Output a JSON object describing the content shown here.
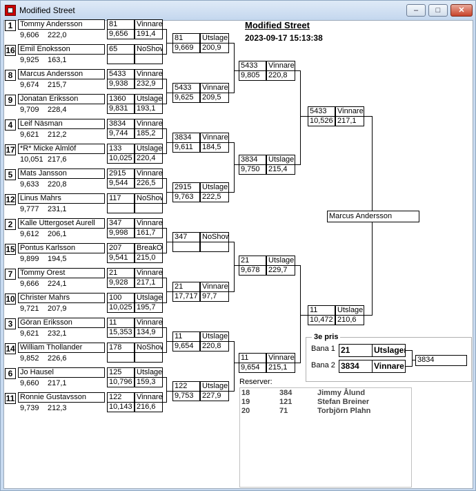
{
  "window": {
    "title": "Modified Street",
    "minimize": "–",
    "maximize": "□",
    "close": "✕"
  },
  "header": {
    "title": "Modified Street",
    "datetime": "2023-09-17 15:13:38"
  },
  "round1": [
    {
      "seed": "1",
      "name": "Tommy Andersson",
      "rt": "9,606",
      "speed": "222,0",
      "et": "81",
      "result": "Vinnare",
      "et2": "9,656",
      "speed2": "191,4"
    },
    {
      "seed": "16",
      "name": "Emil Enoksson",
      "rt": "9,925",
      "speed": "163,1",
      "et": "65",
      "result": "NoShow",
      "et2": "",
      "speed2": ""
    },
    {
      "seed": "8",
      "name": "Marcus Andersson",
      "rt": "9,674",
      "speed": "215,7",
      "et": "5433",
      "result": "Vinnare",
      "et2": "9,938",
      "speed2": "232,9"
    },
    {
      "seed": "9",
      "name": "Jonatan Eriksson",
      "rt": "9,709",
      "speed": "228,4",
      "et": "1360",
      "result": "Utslagen",
      "et2": "9,831",
      "speed2": "193,1"
    },
    {
      "seed": "4",
      "name": "Leif Näsman",
      "rt": "9,621",
      "speed": "212,2",
      "et": "3834",
      "result": "Vinnare",
      "et2": "9,744",
      "speed2": "185,2"
    },
    {
      "seed": "17",
      "name": "*R* Micke Almlöf",
      "rt": "10,051",
      "speed": "217,6",
      "et": "133",
      "result": "Utslagen",
      "et2": "10,025",
      "speed2": "220,4"
    },
    {
      "seed": "5",
      "name": "Mats Jansson",
      "rt": "9,633",
      "speed": "220,8",
      "et": "2915",
      "result": "Vinnare",
      "et2": "9,544",
      "speed2": "226,5"
    },
    {
      "seed": "12",
      "name": "Linus Mahrs",
      "rt": "9,777",
      "speed": "231,1",
      "et": "117",
      "result": "NoShow",
      "et2": "",
      "speed2": ""
    },
    {
      "seed": "2",
      "name": "Kalle Uttergoset Aurell",
      "rt": "9,612",
      "speed": "206,1",
      "et": "347",
      "result": "Vinnare",
      "et2": "9,998",
      "speed2": "161,7"
    },
    {
      "seed": "15",
      "name": "Pontus  Karlsson",
      "rt": "9,899",
      "speed": "194,5",
      "et": "207",
      "result": "BreakOut",
      "et2": "9,541",
      "speed2": "215,0"
    },
    {
      "seed": "7",
      "name": "Tommy Orest",
      "rt": "9,666",
      "speed": "224,1",
      "et": "21",
      "result": "Vinnare",
      "et2": "9,928",
      "speed2": "217,1"
    },
    {
      "seed": "10",
      "name": "Christer Mahrs",
      "rt": "9,721",
      "speed": "207,9",
      "et": "100",
      "result": "Utslagen",
      "et2": "10,025",
      "speed2": "195,7"
    },
    {
      "seed": "3",
      "name": "Göran Eriksson",
      "rt": "9,621",
      "speed": "232,1",
      "et": "11",
      "result": "Vinnare",
      "et2": "15,353",
      "speed2": "134,9"
    },
    {
      "seed": "14",
      "name": "William Thollander",
      "rt": "9,852",
      "speed": "226,6",
      "et": "178",
      "result": "NoShow",
      "et2": "",
      "speed2": ""
    },
    {
      "seed": "6",
      "name": "Jo Hausel",
      "rt": "9,660",
      "speed": "217,1",
      "et": "125",
      "result": "Utslagen",
      "et2": "10,796",
      "speed2": "159,3"
    },
    {
      "seed": "11",
      "name": "Ronnie Gustavsson",
      "rt": "9,739",
      "speed": "212,3",
      "et": "122",
      "result": "Vinnare",
      "et2": "10,143",
      "speed2": "216,6"
    }
  ],
  "round2": [
    {
      "no": "81",
      "result": "Utslagen",
      "et": "9,669",
      "speed": "200,9"
    },
    {
      "no": "5433",
      "result": "Vinnare",
      "et": "9,625",
      "speed": "209,5"
    },
    {
      "no": "3834",
      "result": "Vinnare",
      "et": "9,611",
      "speed": "184,5"
    },
    {
      "no": "2915",
      "result": "Utslagen",
      "et": "9,763",
      "speed": "222,5"
    },
    {
      "no": "347",
      "result": "NoShow",
      "et": "",
      "speed": ""
    },
    {
      "no": "21",
      "result": "Vinnare",
      "et": "17,717",
      "speed": "97,7"
    },
    {
      "no": "11",
      "result": "Utslagen",
      "et": "9,654",
      "speed": "220,8"
    },
    {
      "no": "122",
      "result": "Utslagen",
      "et": "9,753",
      "speed": "227,9"
    }
  ],
  "round3": [
    {
      "no": "5433",
      "result": "Vinnare",
      "et": "9,805",
      "speed": "220,8"
    },
    {
      "no": "3834",
      "result": "Utslagen",
      "et": "9,750",
      "speed": "215,4"
    },
    {
      "no": "21",
      "result": "Utslagen",
      "et": "9,678",
      "speed": "229,7"
    },
    {
      "no": "11",
      "result": "Vinnare",
      "et": "9,654",
      "speed": "215,1"
    }
  ],
  "round4": [
    {
      "no": "5433",
      "result": "Vinnare",
      "et": "10,526",
      "speed": "217,1"
    },
    {
      "no": "11",
      "result": "Utslagen",
      "et": "10,472",
      "speed": "210,6"
    }
  ],
  "champion": "Marcus Andersson",
  "third": {
    "title": "3e pris",
    "lane1_label": "Bana 1",
    "lane1_no": "21",
    "lane1_result": "Utslagen",
    "lane2_label": "Bana 2",
    "lane2_no": "3834",
    "lane2_result": "Vinnare",
    "winner": "3834"
  },
  "reserver": {
    "label": "Reserver:",
    "rows": [
      {
        "pos": "18",
        "no": "384",
        "name": "Jimmy Ålund"
      },
      {
        "pos": "19",
        "no": "121",
        "name": "Stefan Breiner"
      },
      {
        "pos": "20",
        "no": "71",
        "name": "Torbjörn Plahn"
      }
    ]
  }
}
